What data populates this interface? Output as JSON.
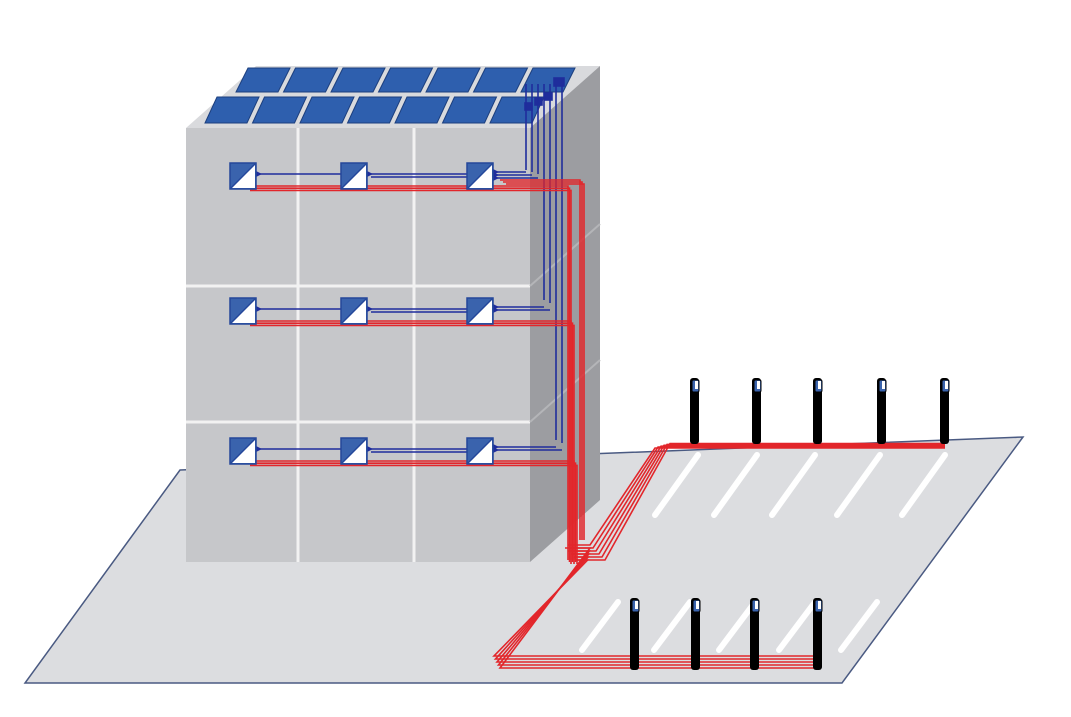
{
  "diagram": {
    "building": {
      "floors": 3,
      "bays_per_floor": 3,
      "inverters_per_floor": 3
    },
    "roof": {
      "solar_panel_rows": 2,
      "solar_panels_per_row": 7
    },
    "parking": {
      "charger_rows": [
        {
          "row": "back",
          "chargers": 5
        },
        {
          "row": "front",
          "chargers": 4
        }
      ]
    },
    "colors": {
      "background": "#ffffff",
      "ground": "#dcdde0",
      "ground_edge": "#4a5a82",
      "building_front": "#c6c7ca",
      "building_side": "#9c9da1",
      "building_top": "#d9dadd",
      "grid_line": "#f2f2f2",
      "solar_panel": "#2e5fae",
      "dc_wiring": "#1f2d9c",
      "ac_wiring": "#e2262b",
      "parking_stripe": "#ffffff",
      "charger_post": "#000000",
      "charger_screen": "#3a63ad"
    },
    "icons": {
      "inverter": "inverter-icon",
      "charger": "ev-charger-icon",
      "panel": "solar-panel-icon"
    }
  }
}
